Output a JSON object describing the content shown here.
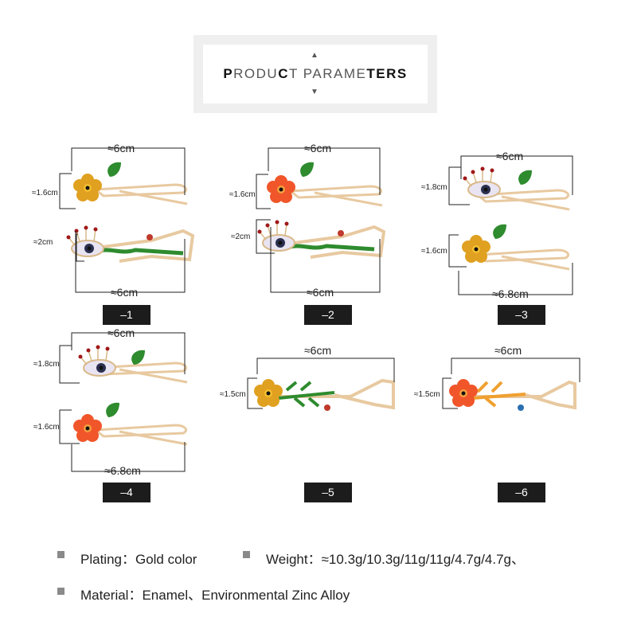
{
  "header": {
    "title_parts": [
      "P",
      "RODU",
      "C",
      "T  PARAME",
      "TER",
      "S"
    ],
    "arrow_up": "▲",
    "arrow_down": "▼"
  },
  "variants": [
    {
      "badge": "–1",
      "top_width": "≈6cm",
      "top_height": "≈1.6cm",
      "bottom_height": "≈2cm",
      "bottom_width": "≈6cm"
    },
    {
      "badge": "–2",
      "top_width": "≈6cm",
      "top_height": "≈1.6cm",
      "bottom_height": "≈2cm",
      "bottom_width": "≈6cm"
    },
    {
      "badge": "–3",
      "top_width": "≈6cm",
      "top_height": "≈1.8cm",
      "bottom_height": "≈1.6cm",
      "bottom_width": "≈6.8cm"
    },
    {
      "badge": "–4",
      "top_width": "≈6cm",
      "top_height": "≈1.8cm",
      "bottom_height": "≈1.6cm",
      "bottom_width": "≈6.8cm"
    },
    {
      "badge": "–5",
      "top_width": "≈6cm",
      "top_height": "≈1.5cm"
    },
    {
      "badge": "–6",
      "top_width": "≈6cm",
      "top_height": "≈1.5cm"
    }
  ],
  "specs": {
    "plating": "Plating：Gold  color",
    "weight": "Weight：≈10.3g/10.3g/11g/11g/4.7g/4.7g、",
    "material": "Material：Enamel、Environmental Zinc Alloy"
  },
  "colors": {
    "yellow_flower": "#e0a020",
    "orange_flower": "#f0562a",
    "green_leaf": "#2e8b2e",
    "gold": "#e8c9a0",
    "eye_white": "#e9e4f2",
    "badge_bg": "#1c1c1c"
  }
}
